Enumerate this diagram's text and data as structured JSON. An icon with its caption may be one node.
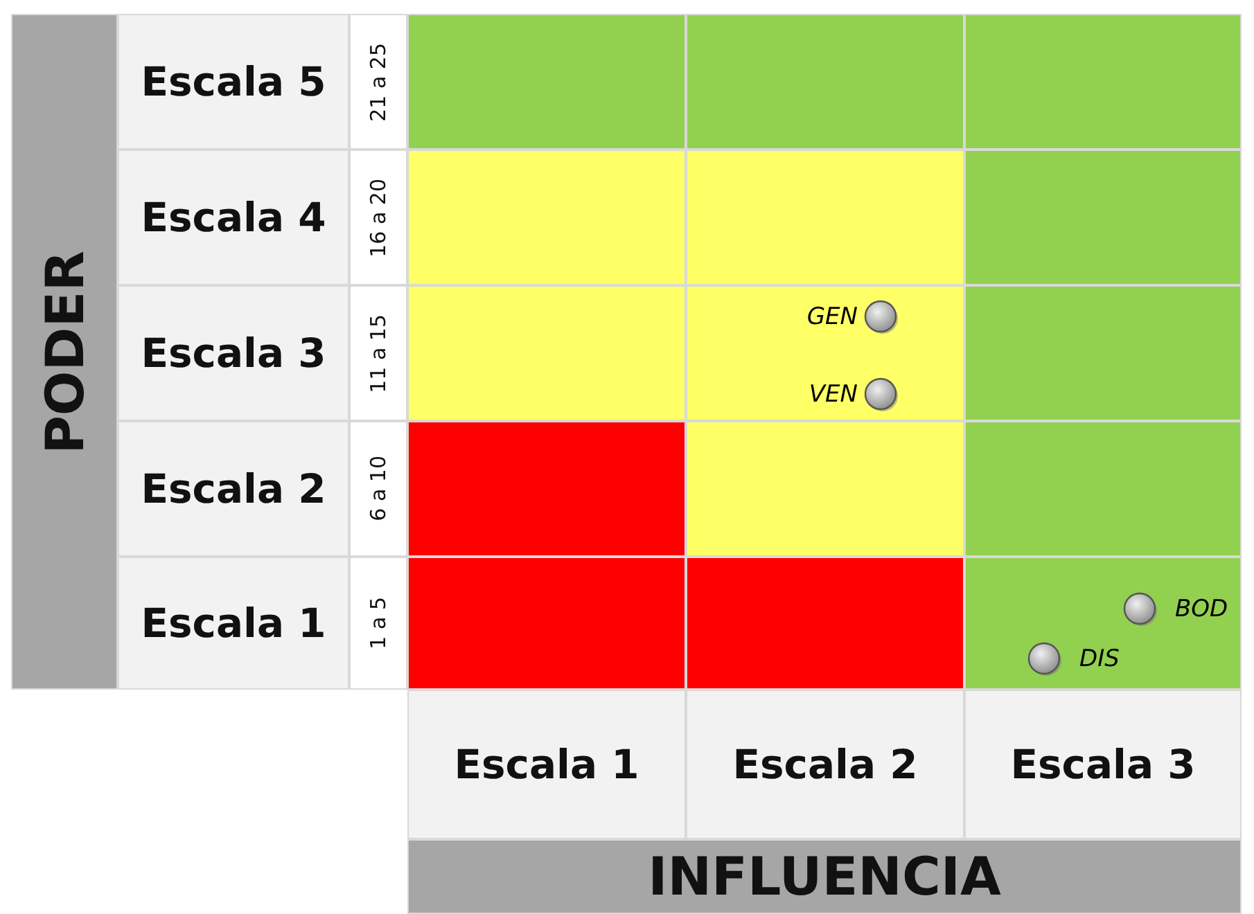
{
  "diagram": {
    "labels": [
      "PODER",
      "Escala 5",
      "21 a 25",
      "Escala 4",
      "16 a 20",
      "GEN",
      "Escala 3",
      "11 a 15",
      "VEN",
      "Escala 2",
      "6 a 10",
      "BOD",
      "Escala 1",
      "1 a 5",
      "DIS",
      "Escala 1",
      "Escala 2",
      "Escala 3",
      "INFLUENCIA"
    ]
  }
}
